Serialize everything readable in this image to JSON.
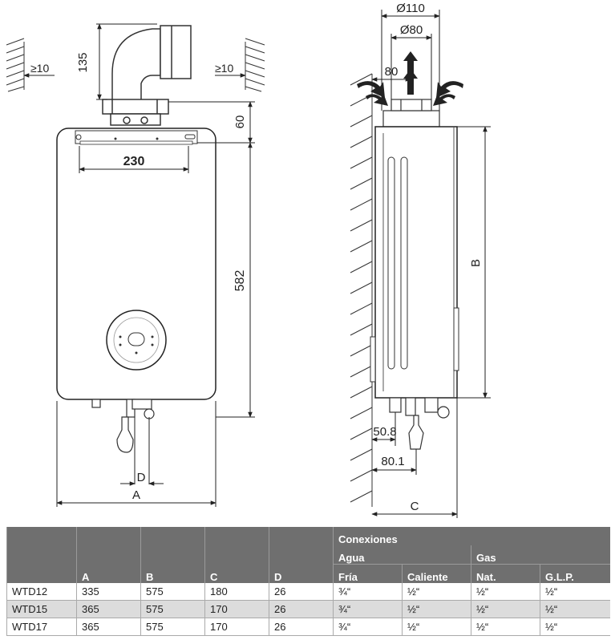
{
  "front_view": {
    "wall_clearance_left": "≥10",
    "wall_clearance_right": "≥10",
    "flue_height": "135",
    "top_offset": "60",
    "bracket_width": "230",
    "body_height": "582",
    "dim_a": "A",
    "dim_d": "D"
  },
  "side_view": {
    "outer_diameter": "Ø110",
    "inner_diameter": "Ø80",
    "flue_offset": "80",
    "dim_b": "B",
    "pipe_offset_1": "50.8",
    "pipe_offset_2": "80.1",
    "dim_c": "C"
  },
  "table": {
    "group_connections": "Conexiones",
    "group_water": "Agua",
    "group_gas": "Gas",
    "columns": [
      "",
      "A",
      "B",
      "C",
      "D",
      "Fría",
      "Caliente",
      "Nat.",
      "G.L.P."
    ],
    "rows": [
      [
        "WTD12",
        "335",
        "575",
        "180",
        "26",
        "¾“",
        "½“",
        "½“",
        "½“"
      ],
      [
        "WTD15",
        "365",
        "575",
        "170",
        "26",
        "¾“",
        "½“",
        "½“",
        "½“"
      ],
      [
        "WTD17",
        "365",
        "575",
        "170",
        "26",
        "¾“",
        "½“",
        "½“",
        "½“"
      ]
    ]
  },
  "colors": {
    "header_bg": "#6f6f6f",
    "alt_row_bg": "#dcdcdc"
  }
}
